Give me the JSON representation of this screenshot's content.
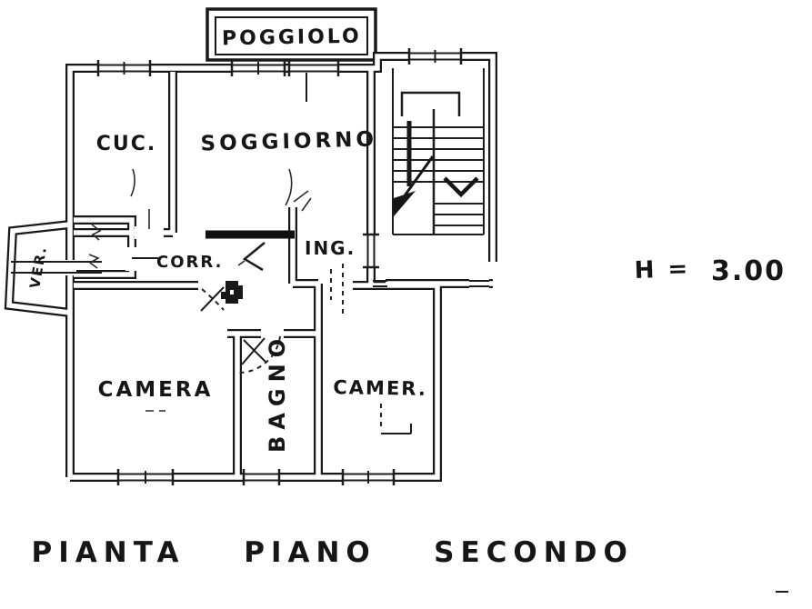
{
  "plan": {
    "rooms": [
      {
        "id": "poggiolo",
        "label": "POGGIOLO"
      },
      {
        "id": "cucina",
        "label": "CUC."
      },
      {
        "id": "soggiorno",
        "label": "SOGGIORNO"
      },
      {
        "id": "ingresso",
        "label": "ING."
      },
      {
        "id": "corridoio",
        "label": "CORR."
      },
      {
        "id": "veranda",
        "label": "VER."
      },
      {
        "id": "camera",
        "label": "CAMERA"
      },
      {
        "id": "bagno",
        "label": "BAGNO"
      },
      {
        "id": "cameretta",
        "label": "CAMER."
      }
    ],
    "annotations": {
      "height_label": "H =",
      "height_value": "3.00"
    },
    "caption": {
      "words": [
        "PIANTA",
        "PIANO",
        "SECONDO"
      ]
    },
    "colors": {
      "ink": "#181818",
      "paper": "#ffffff"
    }
  }
}
